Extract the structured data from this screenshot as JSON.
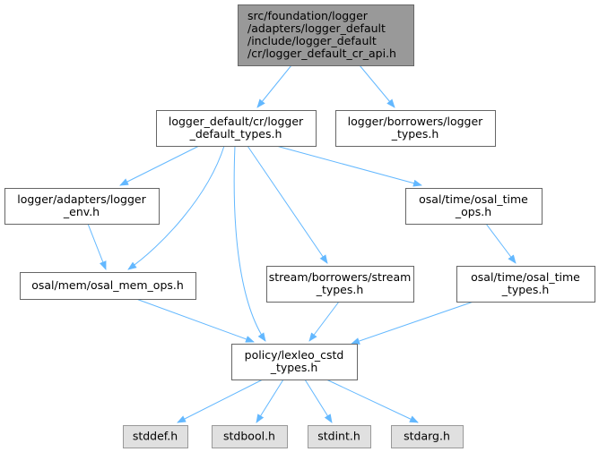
{
  "colors": {
    "edge": "#63b8ff",
    "root_fill": "#999999",
    "root_border": "#666666",
    "node_fill": "#ffffff",
    "node_border": "#666666",
    "system_fill": "#e0e0e0",
    "system_border": "#999999",
    "text": "#000000"
  },
  "nodes": [
    {
      "id": "root",
      "kind": "root",
      "lines": [
        "src/foundation/logger",
        "/adapters/logger_default",
        "/include/logger_default",
        "/cr/logger_default_cr_api.h"
      ]
    },
    {
      "id": "default_types",
      "kind": "normal",
      "lines": [
        "logger_default/cr/logger",
        "_default_types.h"
      ]
    },
    {
      "id": "borrowers_types",
      "kind": "normal",
      "lines": [
        "logger/borrowers/logger",
        "_types.h"
      ]
    },
    {
      "id": "logger_env",
      "kind": "normal",
      "lines": [
        "logger/adapters/logger",
        "_env.h"
      ]
    },
    {
      "id": "time_ops",
      "kind": "normal",
      "lines": [
        "osal/time/osal_time",
        "_ops.h"
      ]
    },
    {
      "id": "mem_ops",
      "kind": "normal",
      "lines": [
        "osal/mem/osal_mem_ops.h"
      ]
    },
    {
      "id": "stream_types",
      "kind": "normal",
      "lines": [
        "stream/borrowers/stream",
        "_types.h"
      ]
    },
    {
      "id": "time_types",
      "kind": "normal",
      "lines": [
        "osal/time/osal_time",
        "_types.h"
      ]
    },
    {
      "id": "cstd_types",
      "kind": "normal",
      "lines": [
        "policy/lexleo_cstd",
        "_types.h"
      ]
    },
    {
      "id": "stddef",
      "kind": "system",
      "lines": [
        "stddef.h"
      ]
    },
    {
      "id": "stdbool",
      "kind": "system",
      "lines": [
        "stdbool.h"
      ]
    },
    {
      "id": "stdint",
      "kind": "system",
      "lines": [
        "stdint.h"
      ]
    },
    {
      "id": "stdarg",
      "kind": "system",
      "lines": [
        "stdarg.h"
      ]
    }
  ],
  "edges": [
    {
      "from": "root",
      "to": "default_types"
    },
    {
      "from": "root",
      "to": "borrowers_types"
    },
    {
      "from": "default_types",
      "to": "logger_env"
    },
    {
      "from": "default_types",
      "to": "mem_ops"
    },
    {
      "from": "default_types",
      "to": "cstd_types"
    },
    {
      "from": "default_types",
      "to": "stream_types"
    },
    {
      "from": "default_types",
      "to": "time_ops"
    },
    {
      "from": "logger_env",
      "to": "mem_ops"
    },
    {
      "from": "time_ops",
      "to": "time_types"
    },
    {
      "from": "mem_ops",
      "to": "cstd_types"
    },
    {
      "from": "stream_types",
      "to": "cstd_types"
    },
    {
      "from": "time_types",
      "to": "cstd_types"
    },
    {
      "from": "cstd_types",
      "to": "stddef"
    },
    {
      "from": "cstd_types",
      "to": "stdbool"
    },
    {
      "from": "cstd_types",
      "to": "stdint"
    },
    {
      "from": "cstd_types",
      "to": "stdarg"
    }
  ]
}
